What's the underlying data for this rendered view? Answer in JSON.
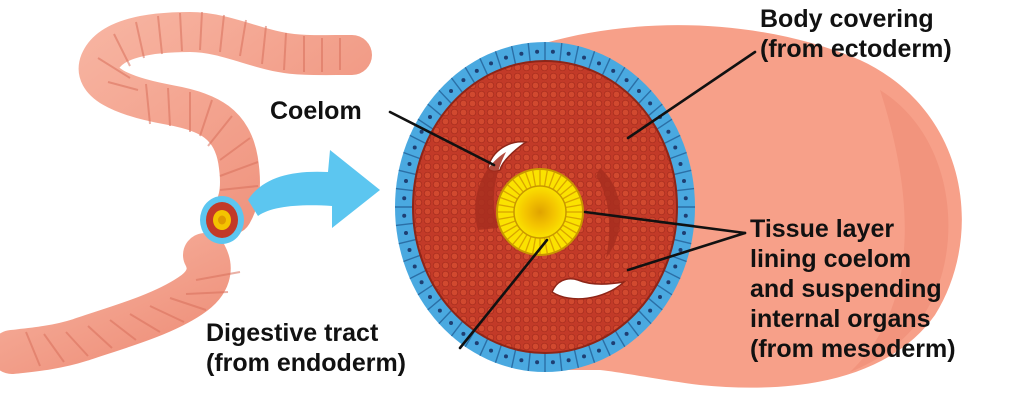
{
  "labels": {
    "coelom": "Coelom",
    "body_covering": [
      "Body covering",
      "(from ectoderm)"
    ],
    "tissue_layer": [
      "Tissue layer",
      "lining coelom",
      "and suspending",
      "internal organs",
      "(from mesoderm)"
    ],
    "digestive_tract": [
      "Digestive tract",
      "(from endoderm)"
    ]
  },
  "colors": {
    "worm_body": "#f5a08a",
    "outer_cylinder": "#f7a089",
    "ectoderm": "#4aa9e0",
    "mesoderm": "#c0392b",
    "endoderm": "#f5d000",
    "arrow": "#5cc6f0",
    "coelom_cavity": "#ffffff"
  },
  "icons": {
    "worm": "earthworm-illustration",
    "pointer": "zoom-arrow"
  }
}
